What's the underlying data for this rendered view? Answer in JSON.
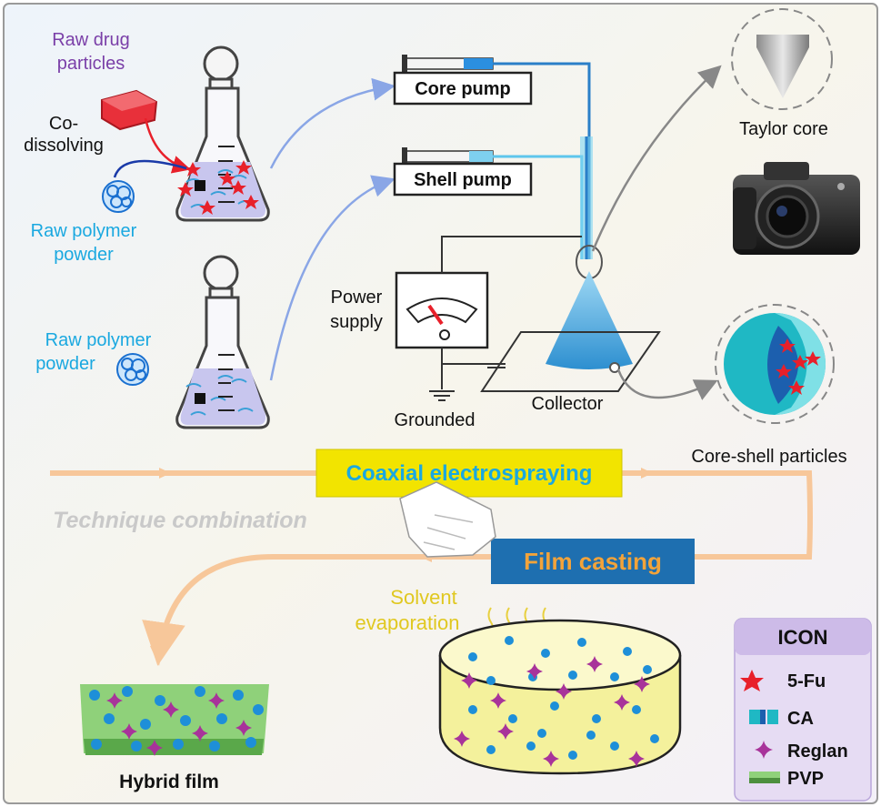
{
  "labels": {
    "raw_drug": [
      "Raw drug",
      "particles"
    ],
    "co_dissolving": [
      "Co-",
      "dissolving"
    ],
    "raw_polymer_1": [
      "Raw polymer",
      "powder"
    ],
    "raw_polymer_2": [
      "Raw polymer",
      "powder"
    ],
    "core_pump": "Core pump",
    "shell_pump": "Shell pump",
    "power_supply": [
      "Power",
      "supply"
    ],
    "grounded": "Grounded",
    "collector": "Collector",
    "taylor_core": "Taylor core",
    "core_shell_particles": "Core-shell particles",
    "coaxial_electrospraying": "Coaxial electrospraying",
    "technique_combination": "Technique combination",
    "film_casting": "Film casting",
    "solvent_evaporation": [
      "Solvent",
      "evaporation"
    ],
    "hybrid_film": "Hybrid film"
  },
  "legend": {
    "title": "ICON",
    "items": [
      {
        "label": "5-Fu",
        "icon": "red-star-icon"
      },
      {
        "label": "CA",
        "icon": "teal-blocks-icon"
      },
      {
        "label": "Reglan",
        "icon": "magenta-sparkle-icon"
      },
      {
        "label": "PVP",
        "icon": "green-bar-icon"
      }
    ]
  },
  "colors": {
    "purple_text": "#7a3fa8",
    "cyan_text": "#1aa8e0",
    "orange_flow": "#f7c79a",
    "yellow_box": "#f2e400",
    "blue_box": "#1e6fb0",
    "film_casting_text": "#f2a33a",
    "legend_bg": "#e6dcf3",
    "legend_title_bg": "#cdbbe8",
    "red_star": "#e8202a",
    "reglan": "#a8339a",
    "dot_blue": "#1e8fd8",
    "film_green": "#8fd17a"
  }
}
